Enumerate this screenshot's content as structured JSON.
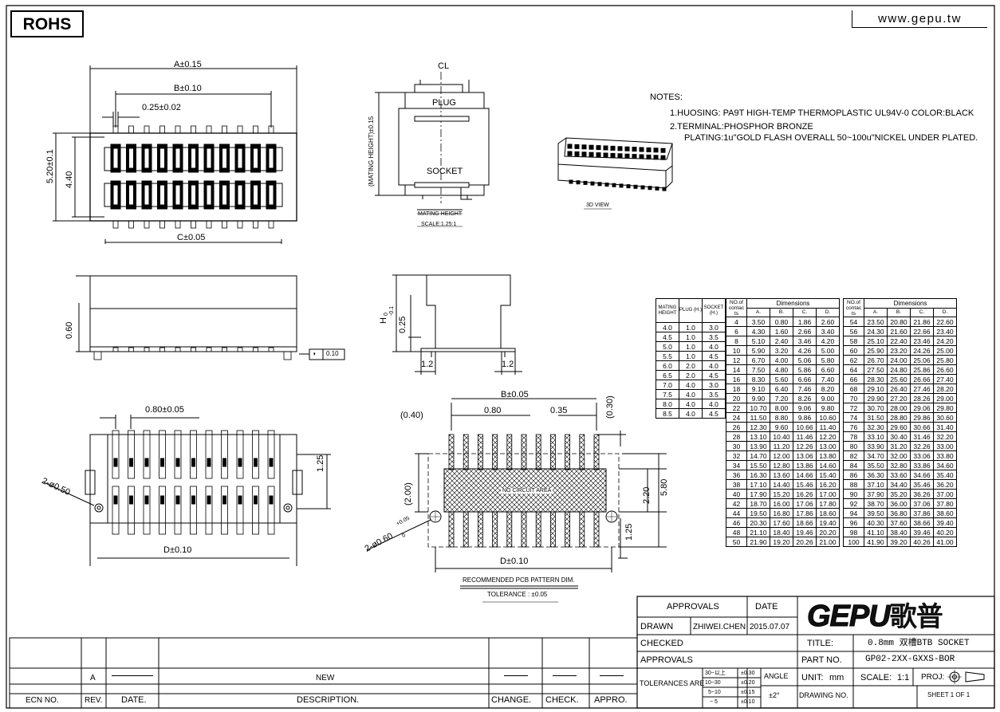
{
  "header": {
    "rohs": "ROHS",
    "website": "www.gepu.tw"
  },
  "notes": {
    "title": "NOTES:",
    "lines": [
      "1.HUOSING: PA9T HIGH-TEMP THERMOPLASTIC UL94V-0 COLOR:BLACK",
      "2.TERMINAL:PHOSPHOR BRONZE",
      "PLATING:1u\"GOLD FLASH OVERALL 50~100u\"NICKEL UNDER PLATED."
    ]
  },
  "top_view": {
    "dim_a": "A±0.15",
    "dim_b": "B±0.10",
    "pitch": "0.25±0.02",
    "dim_c": "C±0.05",
    "height_outer": "5.20±0.1",
    "height_inner": "4.40"
  },
  "mating_view": {
    "centerline": "CL",
    "plug": "PLUG",
    "socket": "SOCKET",
    "mating_height_dim": "(MATING HEIGHT)±0.15",
    "caption": "MATING HEIGHT",
    "scale": "SCALE:1.25:1"
  },
  "iso_view": {
    "caption": "3D VIEW"
  },
  "side_view": {
    "height": "0.60",
    "flatness": "0.10"
  },
  "end_view": {
    "h_label": "H",
    "h_tol_plus": "0",
    "h_tol_minus": "-0.1",
    "dim_025": "0.25",
    "dim_12a": "1.2",
    "dim_12b": "1.2"
  },
  "bottom_view": {
    "pitch": "0.80±0.05",
    "dim_125": "1.25",
    "holes": "2-ø0.50",
    "dim_d": "D±0.10"
  },
  "pcb_view": {
    "dim_b": "B±0.05",
    "dim_040": "(0.40)",
    "dim_080": "0.80",
    "dim_035": "0.35",
    "dim_030": "(0.30)",
    "dim_200": "(2.00)",
    "dim_220": "2.20",
    "dim_580": "5.80",
    "dim_125": "1.25",
    "holes_main": "2-ø0.60",
    "holes_tol_plus": "+0.05",
    "holes_tol_minus": "0",
    "keepout": "NO CIRCUIT AREA",
    "dim_d": "D±0.10",
    "caption": "RECOMMENDED PCB PATTERN DIM.",
    "tolerance": "TOLERANCE : ±0.05"
  },
  "mating_table": {
    "headers": [
      "MATING HEIGHT",
      "PLUG (H.)",
      "SOCKET (H.)"
    ],
    "rows": [
      [
        "4.0",
        "1.0",
        "3.0"
      ],
      [
        "4.5",
        "1.0",
        "3.5"
      ],
      [
        "5.0",
        "1.0",
        "4.0"
      ],
      [
        "5.5",
        "1.0",
        "4.5"
      ],
      [
        "6.0",
        "2.0",
        "4.0"
      ],
      [
        "6.5",
        "2.0",
        "4.5"
      ],
      [
        "7.0",
        "4.0",
        "3.0"
      ],
      [
        "7.5",
        "4.0",
        "3.5"
      ],
      [
        "8.0",
        "4.0",
        "4.0"
      ],
      [
        "8.5",
        "4.0",
        "4.5"
      ]
    ]
  },
  "dimension_table": {
    "headers": {
      "contacts": "NO.of contac ts",
      "dimensions": "Dimensions",
      "cols": [
        "A.",
        "B.",
        "C.",
        "D."
      ]
    },
    "left": [
      [
        "4",
        "3.50",
        "0.80",
        "1.86",
        "2.60"
      ],
      [
        "6",
        "4.30",
        "1.60",
        "2.66",
        "3.40"
      ],
      [
        "8",
        "5.10",
        "2.40",
        "3.46",
        "4.20"
      ],
      [
        "10",
        "5.90",
        "3.20",
        "4.26",
        "5.00"
      ],
      [
        "12",
        "6.70",
        "4.00",
        "5.06",
        "5.80"
      ],
      [
        "14",
        "7.50",
        "4.80",
        "5.86",
        "6.60"
      ],
      [
        "16",
        "8.30",
        "5.60",
        "6.66",
        "7.40"
      ],
      [
        "18",
        "9.10",
        "6.40",
        "7.46",
        "8.20"
      ],
      [
        "20",
        "9.90",
        "7.20",
        "8.26",
        "9.00"
      ],
      [
        "22",
        "10.70",
        "8.00",
        "9.06",
        "9.80"
      ],
      [
        "24",
        "11.50",
        "8.80",
        "9.86",
        "10.60"
      ],
      [
        "26",
        "12.30",
        "9.60",
        "10.66",
        "11.40"
      ],
      [
        "28",
        "13.10",
        "10.40",
        "11.46",
        "12.20"
      ],
      [
        "30",
        "13.90",
        "11.20",
        "12.26",
        "13.00"
      ],
      [
        "32",
        "14.70",
        "12.00",
        "13.06",
        "13.80"
      ],
      [
        "34",
        "15.50",
        "12.80",
        "13.86",
        "14.60"
      ],
      [
        "36",
        "16.30",
        "13.60",
        "14.66",
        "15.40"
      ],
      [
        "38",
        "17.10",
        "14.40",
        "15.46",
        "16.20"
      ],
      [
        "40",
        "17.90",
        "15.20",
        "16.26",
        "17.00"
      ],
      [
        "42",
        "18.70",
        "16.00",
        "17.06",
        "17.80"
      ],
      [
        "44",
        "19.50",
        "16.80",
        "17.86",
        "18.60"
      ],
      [
        "46",
        "20.30",
        "17.60",
        "18.66",
        "19.40"
      ],
      [
        "48",
        "21.10",
        "18.40",
        "19.46",
        "20.20"
      ],
      [
        "50",
        "21.90",
        "19.20",
        "20.26",
        "21.00"
      ]
    ],
    "right": [
      [
        "54",
        "23.50",
        "20.80",
        "21.86",
        "22.60"
      ],
      [
        "56",
        "24.30",
        "21.60",
        "22.66",
        "23.40"
      ],
      [
        "58",
        "25.10",
        "22.40",
        "23.46",
        "24.20"
      ],
      [
        "60",
        "25.90",
        "23.20",
        "24.26",
        "25.00"
      ],
      [
        "62",
        "26.70",
        "24.00",
        "25.06",
        "25.80"
      ],
      [
        "64",
        "27.50",
        "24.80",
        "25.86",
        "26.60"
      ],
      [
        "66",
        "28.30",
        "25.60",
        "26.66",
        "27.40"
      ],
      [
        "68",
        "29.10",
        "26.40",
        "27.46",
        "28.20"
      ],
      [
        "70",
        "29.90",
        "27.20",
        "28.26",
        "29.00"
      ],
      [
        "72",
        "30.70",
        "28.00",
        "29.06",
        "29.80"
      ],
      [
        "74",
        "31.50",
        "28.80",
        "29.86",
        "30.60"
      ],
      [
        "76",
        "32.30",
        "29.60",
        "30.66",
        "31.40"
      ],
      [
        "78",
        "33.10",
        "30.40",
        "31.46",
        "32.20"
      ],
      [
        "80",
        "33.90",
        "31.20",
        "32.26",
        "33.00"
      ],
      [
        "82",
        "34.70",
        "32.00",
        "33.06",
        "33.80"
      ],
      [
        "84",
        "35.50",
        "32.80",
        "33.86",
        "34.60"
      ],
      [
        "86",
        "36.30",
        "33.60",
        "34.66",
        "35.40"
      ],
      [
        "88",
        "37.10",
        "34.40",
        "35.46",
        "36.20"
      ],
      [
        "90",
        "37.90",
        "35.20",
        "36.26",
        "37.00"
      ],
      [
        "92",
        "38.70",
        "36.00",
        "37.06",
        "37.80"
      ],
      [
        "94",
        "39.50",
        "36.80",
        "37.86",
        "38.60"
      ],
      [
        "96",
        "40.30",
        "37.60",
        "38.66",
        "39.40"
      ],
      [
        "98",
        "41.10",
        "38.40",
        "39.46",
        "40.20"
      ],
      [
        "100",
        "41.90",
        "39.20",
        "40.26",
        "41.00"
      ]
    ]
  },
  "title_block": {
    "approvals_header": "APPROVALS",
    "date_header": "DATE",
    "drawn_label": "DRAWN",
    "drawn_name": "ZHIWEI.CHEN",
    "drawn_date": "2015.07.07",
    "checked_label": "CHECKED",
    "approvals_label": "APPROVALS",
    "brand": "GEPU",
    "brand_cn": "歌普",
    "title_label": "TITLE:",
    "title_value": "0.8mm 双槽BTB SOCKET",
    "part_label": "PART NO.",
    "part_value": "GP02-2XX-GXXS-BOR",
    "tolerances_label": "TOLERANCES ARE",
    "tol": [
      [
        "30~以上",
        "±0.30"
      ],
      [
        "10~30",
        "±0.20"
      ],
      [
        "5~10",
        "±0.15"
      ],
      [
        "~ 5",
        "±0.10"
      ]
    ],
    "angle_label": "ANGLE",
    "angle_value": "±2°",
    "unit_label": "UNIT:",
    "unit_value": "mm",
    "scale_label": "SCALE:",
    "scale_value": "1:1",
    "proj_label": "PROJ:",
    "drawing_no_label": "DRAWING NO.",
    "sheet": "SHEET  1 OF 1"
  },
  "revision_block": {
    "rev_value": "A",
    "new_value": "NEW",
    "cols": [
      "ECN NO.",
      "REV.",
      "DATE.",
      "DESCRIPTION.",
      "CHANGE.",
      "CHECK.",
      "APPRO."
    ]
  }
}
